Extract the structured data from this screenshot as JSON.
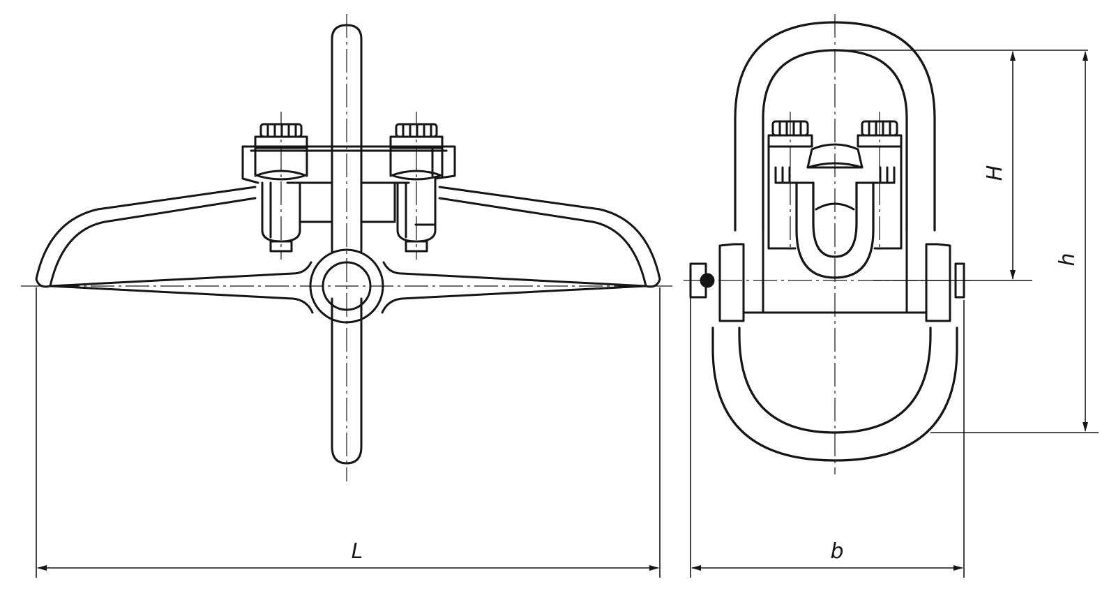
{
  "labels": {
    "length": "L",
    "width": "b",
    "height_inner": "H",
    "height_total": "h"
  },
  "colors": {
    "line": "#151515",
    "background": "#ffffff"
  }
}
